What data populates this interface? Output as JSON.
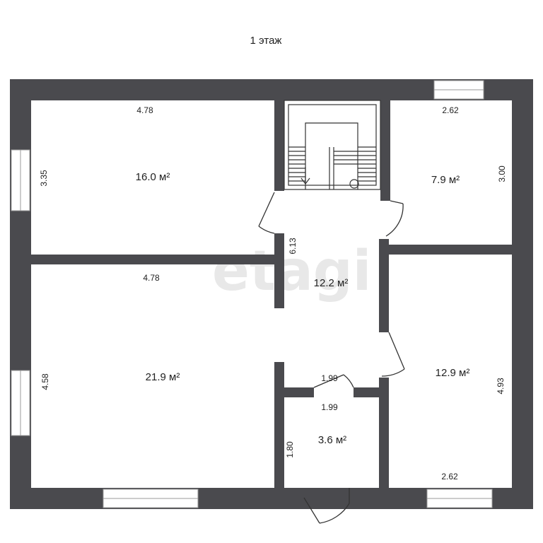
{
  "plan": {
    "title": "1 этаж",
    "watermark": "etagi",
    "colors": {
      "wall": "#4a4a4e",
      "background": "#ffffff",
      "text": "#222222"
    }
  },
  "rooms": [
    {
      "id": "room-top-left",
      "area": "16.0 м²"
    },
    {
      "id": "room-top-right",
      "area": "7.9 м²"
    },
    {
      "id": "hall",
      "area": "12.2 м²"
    },
    {
      "id": "room-bottom-left",
      "area": "21.9 м²"
    },
    {
      "id": "room-bottom-right",
      "area": "12.9 м²"
    },
    {
      "id": "bathroom",
      "area": "3.6 м²"
    }
  ],
  "dimensions": {
    "top_left_width": "4.78",
    "top_left_height": "3.35",
    "top_right_width": "2.62",
    "top_right_height": "3.00",
    "hall_length": "6.13",
    "bottom_left_width": "4.78",
    "bottom_left_height": "4.58",
    "bottom_right_height": "4.93",
    "bottom_right_width": "2.62",
    "bath_width_top": "1.99",
    "bath_width": "1.99",
    "bath_height": "1.80"
  }
}
